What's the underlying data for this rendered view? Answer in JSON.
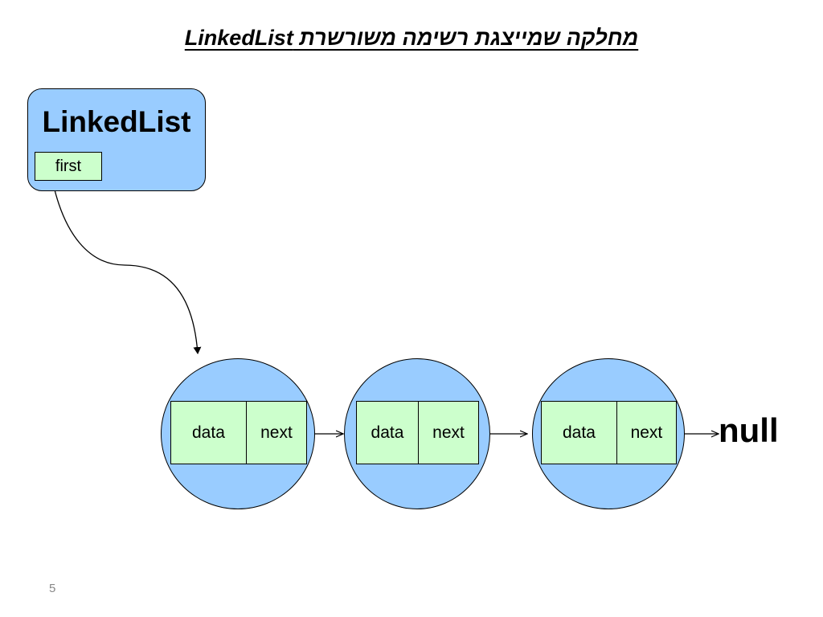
{
  "slide": {
    "title": "מחלקה שמייצגת רשימה משורשרת LinkedList",
    "page_number": "5"
  },
  "linkedlist": {
    "title": "LinkedList",
    "field_label": "first"
  },
  "nodes": [
    {
      "data_label": "data",
      "next_label": "next"
    },
    {
      "data_label": "data",
      "next_label": "next"
    },
    {
      "data_label": "data",
      "next_label": "next"
    }
  ],
  "terminal": {
    "label": "null"
  },
  "colors": {
    "box_fill": "#99ccff",
    "field_fill": "#ccffcc",
    "stroke": "#000000"
  }
}
